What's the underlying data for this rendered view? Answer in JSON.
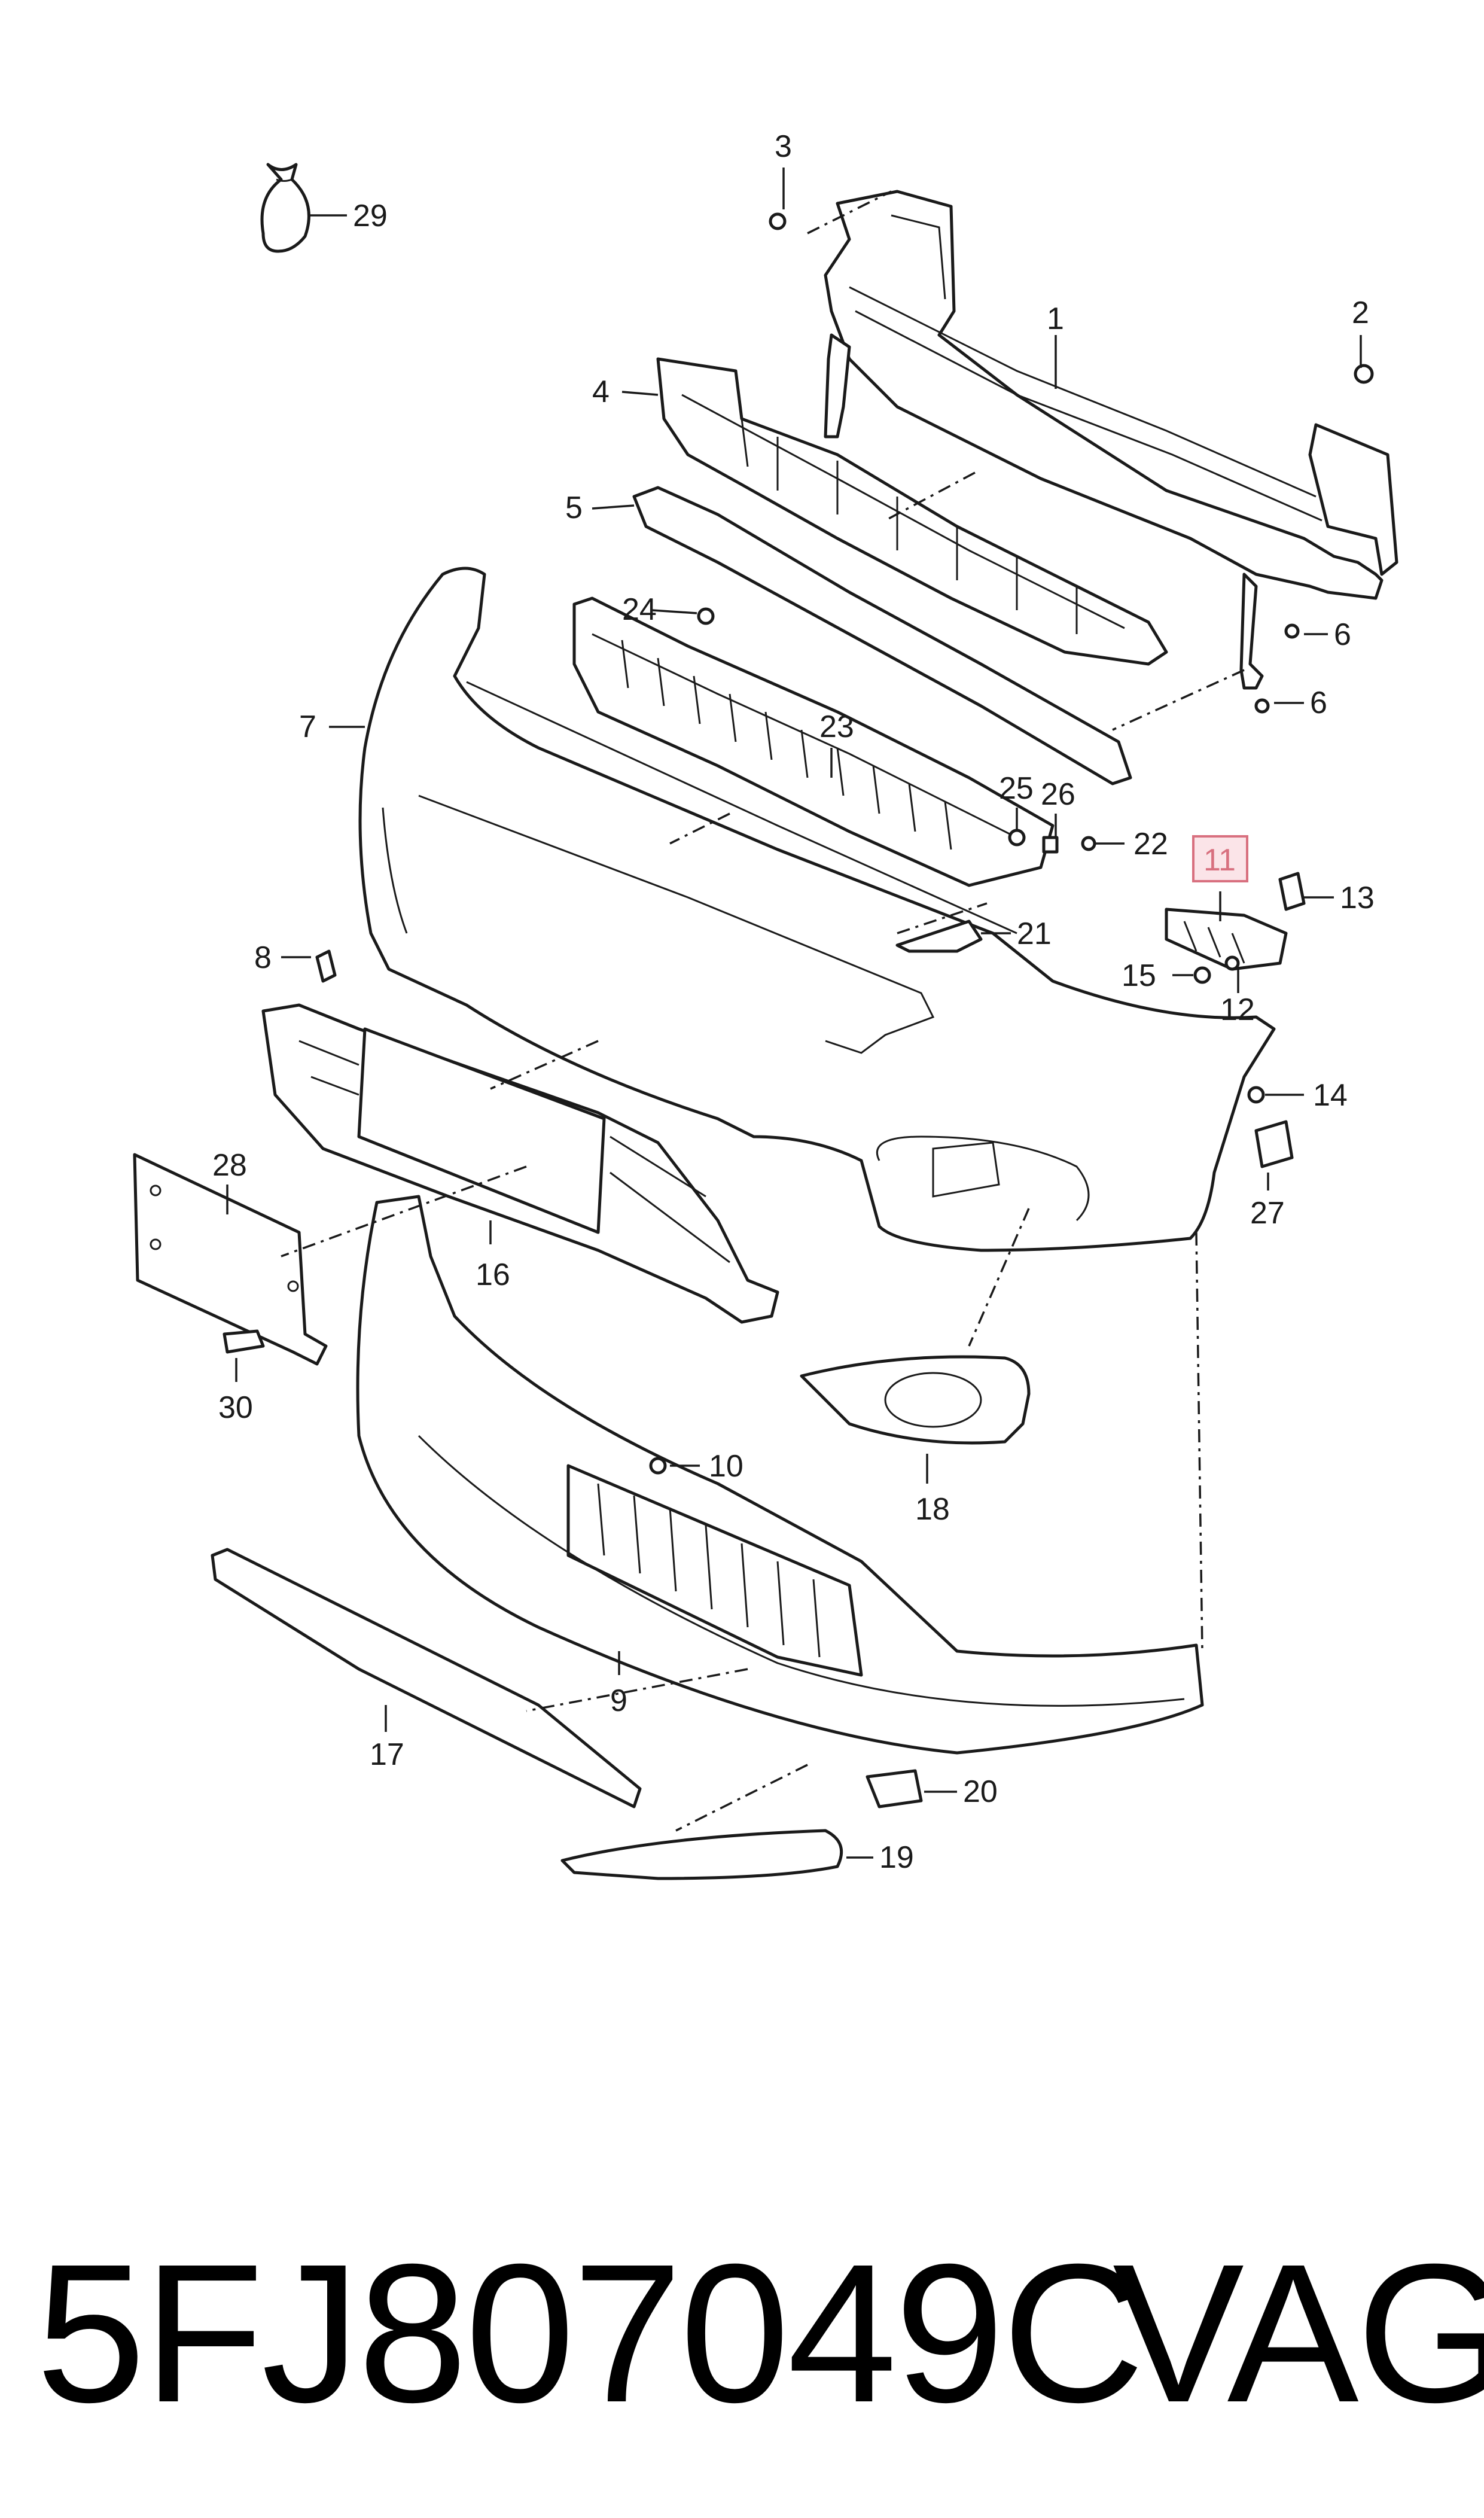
{
  "part_number": "5FJ807049C",
  "brand": "VAG",
  "highlighted_callout": "11",
  "highlight_color": "#d8707f",
  "callouts": [
    "1",
    "2",
    "3",
    "4",
    "5",
    "6",
    "6",
    "7",
    "8",
    "9",
    "10",
    "11",
    "12",
    "13",
    "14",
    "15",
    "16",
    "17",
    "18",
    "19",
    "20",
    "21",
    "22",
    "23",
    "24",
    "25",
    "26",
    "27",
    "28",
    "29",
    "30"
  ]
}
